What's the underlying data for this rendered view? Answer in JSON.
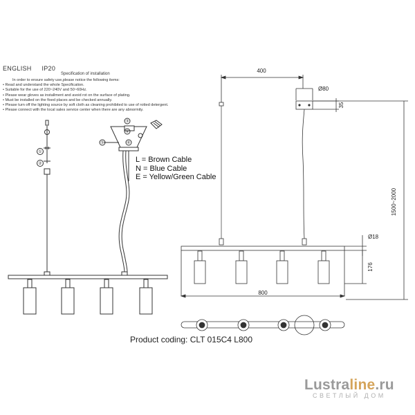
{
  "header": {
    "language": "ENGLISH",
    "ip_rating": "IP20"
  },
  "spec": {
    "title": "Specification of installation",
    "items": [
      "In order to ensure safety use,please notice the following items:",
      "• Read and understand the whole Specification.",
      "• Suitable for the use of 220~240V and 50~60Hz.",
      "• Please wear gloves as installment and avoid rot on the surface of plating.",
      "• Must be installed on the fixed places and be checked annually.",
      "• Please turn off the lighting source by soft cloth as cleaning prohibited to use of rotted detergent.",
      "• Please connect with the local sales service center when there are any abnormity."
    ]
  },
  "wiring": [
    "L = Brown Cable",
    "N = Blue Cable",
    "E = Yellow/Green Cable"
  ],
  "dimensions": {
    "top_width": "400",
    "canopy_dia": "Ø80",
    "canopy_h": "35",
    "drop": "1500~2000",
    "bar_dia": "Ø18",
    "shade_h": "176",
    "total_len": "800"
  },
  "step_labels": [
    "①",
    "②",
    "③",
    "④",
    "⑤",
    "⑥"
  ],
  "product_code": "Product coding: CLT 015C4 L800",
  "logo": {
    "main_a": "Lustra",
    "main_b": "line",
    "main_c": ".ru",
    "sub": "СВЕТЛЫЙ ДОМ"
  },
  "colors": {
    "line": "#333333",
    "logo_gray": "#9a9a9a",
    "logo_accent": "#d5a45a"
  }
}
